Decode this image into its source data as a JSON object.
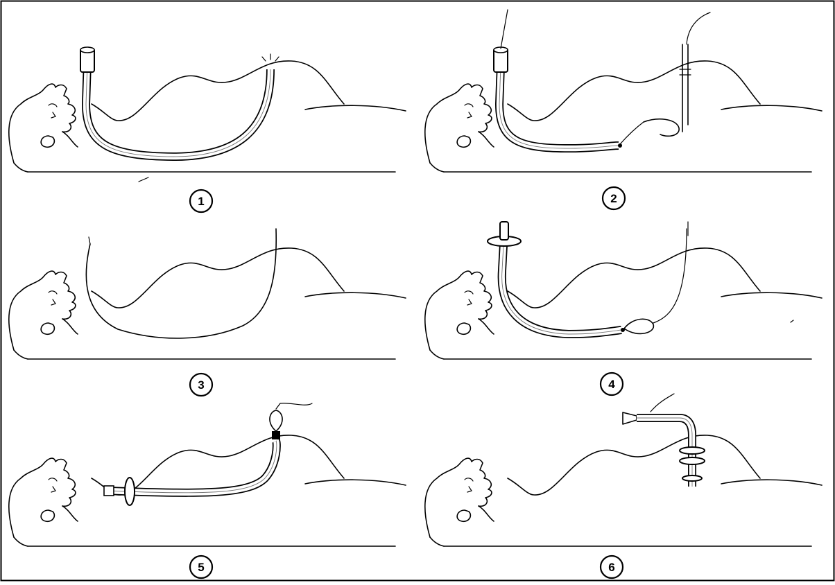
{
  "figure": {
    "panels": [
      {
        "label": "1"
      },
      {
        "label": "2"
      },
      {
        "label": "3"
      },
      {
        "label": "4"
      },
      {
        "label": "5"
      },
      {
        "label": "6"
      }
    ]
  },
  "colors": {
    "ink": "#000000",
    "paper": "#ffffff"
  }
}
